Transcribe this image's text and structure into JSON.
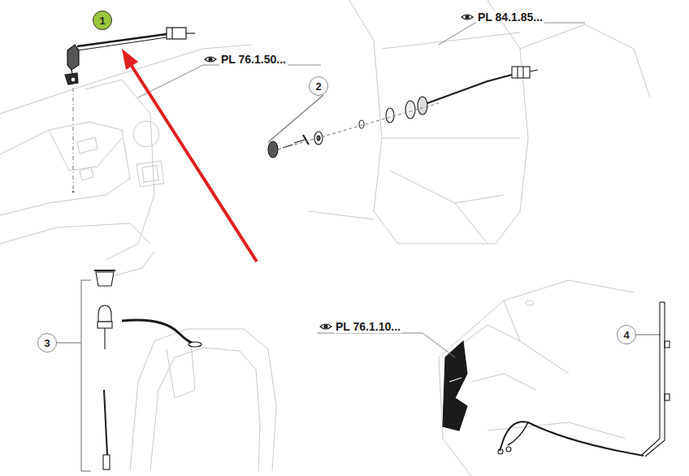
{
  "diagram": {
    "nodes": [
      {
        "text": [
          "1"
        ]
      },
      {
        "text": [
          "2"
        ]
      },
      {
        "text": [
          "3"
        ]
      },
      {
        "text": [
          "4"
        ]
      }
    ],
    "labels": [
      "PL 76.1.50...",
      "PL 84.1.85...",
      "PL 76.1.10..."
    ]
  }
}
